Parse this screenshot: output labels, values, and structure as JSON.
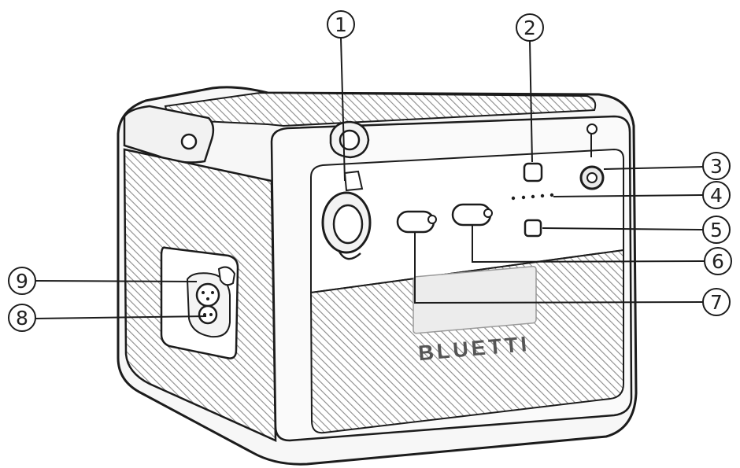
{
  "brand": {
    "logo_text": "BLUETTI"
  },
  "callouts": [
    {
      "number": "1"
    },
    {
      "number": "2"
    },
    {
      "number": "3"
    },
    {
      "number": "4"
    },
    {
      "number": "5"
    },
    {
      "number": "6"
    },
    {
      "number": "7"
    },
    {
      "number": "8"
    },
    {
      "number": "9"
    }
  ],
  "colors": {
    "outline": "#1c1c1c",
    "hatch": "#8a8a8a",
    "body_fill": "#f7f7f7"
  }
}
